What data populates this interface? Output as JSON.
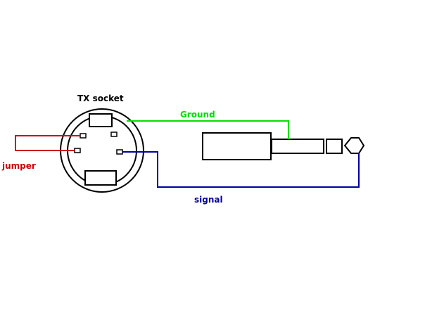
{
  "labels": {
    "socket": "TX socket",
    "ground": "Ground",
    "jumper": "jumper",
    "signal": "signal"
  },
  "colors": {
    "background": "#ffffff",
    "outline": "#000000",
    "ground": "#00e000",
    "jumper": "#cc0000",
    "signal": "#0000a0"
  }
}
